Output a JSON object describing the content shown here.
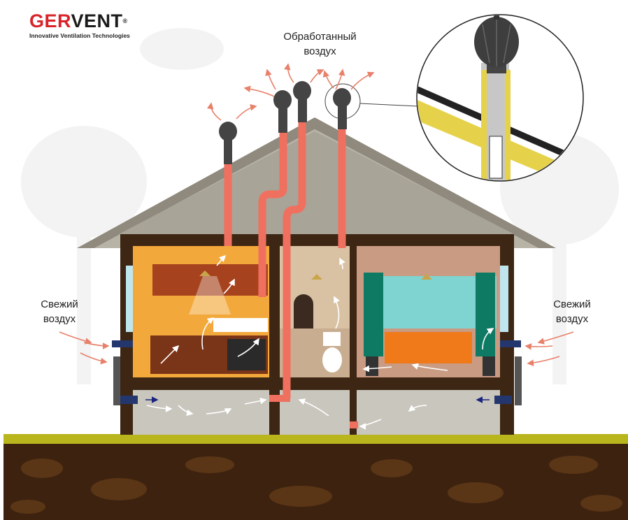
{
  "logo": {
    "brand_red": "GER",
    "brand_dark": "VENT",
    "registered": "®",
    "tagline": "Innovative Ventilation Technologies"
  },
  "labels": {
    "exhaust_air": [
      "Обработанный",
      "воздух"
    ],
    "fresh_air_left": [
      "Свежий",
      "воздух"
    ],
    "fresh_air_right": [
      "Свежий",
      "воздух"
    ]
  },
  "colors": {
    "brand": "#d9232a",
    "pipe": "#f07060",
    "arrow": "#e8806a",
    "ground": "#b8b61c",
    "soil": "#3d230f"
  }
}
